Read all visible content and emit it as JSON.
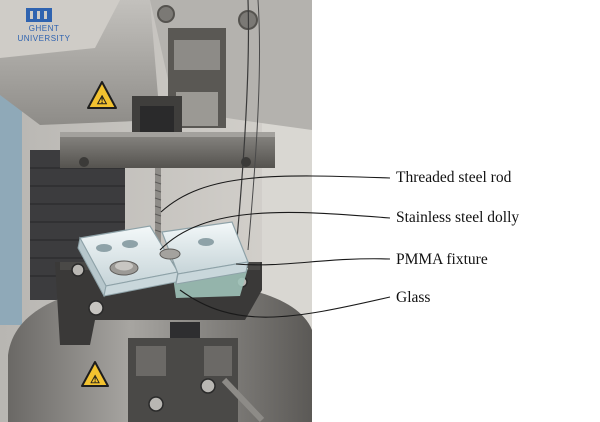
{
  "logo": {
    "line1": "GHENT",
    "line2": "UNIVERSITY"
  },
  "callouts": [
    {
      "id": "threaded-steel-rod",
      "label": "Threaded steel rod"
    },
    {
      "id": "stainless-steel-dolly",
      "label": "Stainless steel dolly"
    },
    {
      "id": "pmma-fixture",
      "label": "PMMA fixture"
    },
    {
      "id": "glass",
      "label": "Glass"
    }
  ],
  "colors": {
    "steel_light": "#a9a7a4",
    "steel_dark": "#2e2e30",
    "warning_yellow": "#f2c230",
    "brand_blue": "#2f63b0",
    "wall": "#c7c4bf",
    "fixture": "#e3ecef"
  }
}
